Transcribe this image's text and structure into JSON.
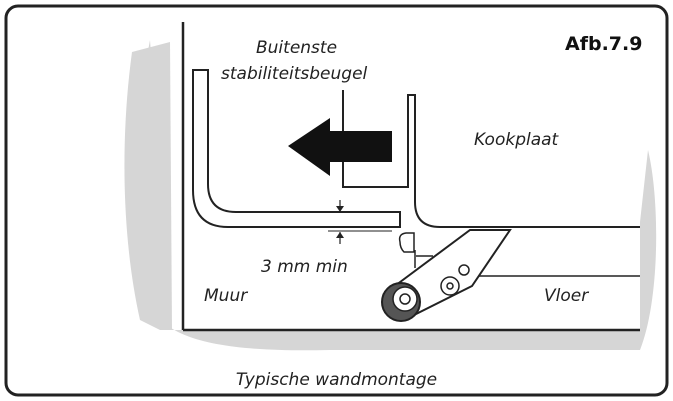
{
  "figure": {
    "number": "Afb.7.9",
    "caption": "Typische wandmontage",
    "labels": {
      "bracket_line1": "Buitenste",
      "bracket_line2": "stabiliteitsbeugel",
      "hob": "Kookplaat",
      "gap": "3 mm min",
      "wall": "Muur",
      "floor": "Vloer"
    },
    "icons": [
      "arrow-left-icon",
      "wheel-icon"
    ],
    "colors": {
      "outline": "#222222",
      "background_shadow": "#d6d6d6",
      "arrow": "#111111"
    }
  }
}
